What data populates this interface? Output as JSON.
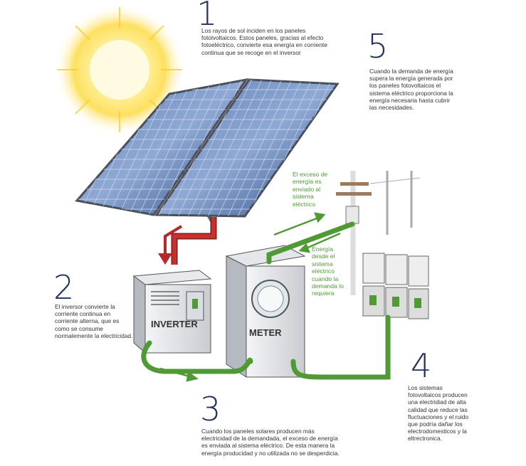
{
  "steps": [
    {
      "number": "1",
      "text": "Los rayos de sol inciden en los paneles fotolvoltaicos. Estos paneles, gracias al efecto fotoeléctrico, convierte esa energía en corriente continua que se recoge en el inversor"
    },
    {
      "number": "2",
      "text": "El inversor convierte la corriente continua en corriente alterna, que es como se consume normalemente la electricidad."
    },
    {
      "number": "3",
      "text": "Cuando los paneles solares producen más electricidad de la demandada, el exceso de energía es enviada al sistema eléctrico. De esta manera la energía producidad y no utilizada no se desperdicia."
    },
    {
      "number": "4",
      "text": "Los sistemas fotovoltaicos producen una electridiad de alta calidad que reduce las fluctuaciones y el ruido que podría dañar los electrodomesticos y la eltrectronica."
    },
    {
      "number": "5",
      "text": "Cuando la demanda de energía supera la energía generada por los paneles fotovoltaicos el sistema eléctrico proporciona la energía necesaria hasta cubrir las necesidades."
    }
  ],
  "annotations": {
    "excess": "El exceso de energía es enviado al sistema eléctrico",
    "from_grid": "Energía desde el sistema eléctrico cuando la demanda lo requiera"
  },
  "labels": {
    "inverter": "INVERTER",
    "meter": "METER"
  },
  "colors": {
    "number": "#22305e",
    "green": "#4f9a35",
    "red_pipe": "#b8282a",
    "panel": "#3f5f96"
  }
}
